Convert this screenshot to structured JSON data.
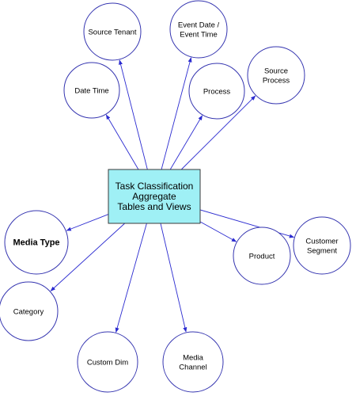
{
  "diagram": {
    "center": {
      "lines": [
        "Task Classification",
        "Aggregate",
        "Tables and Views"
      ],
      "fill": "#9ff0f5",
      "stroke": "#3a3a3a"
    },
    "edge_color": "#2b2bd0",
    "node_stroke": "#3535b0",
    "nodes": [
      {
        "id": "source-tenant",
        "lines": [
          "Source Tenant"
        ]
      },
      {
        "id": "event-date",
        "lines": [
          "Event Date /",
          "Event Time"
        ]
      },
      {
        "id": "date-time",
        "lines": [
          "Date Time"
        ]
      },
      {
        "id": "process",
        "lines": [
          "Process"
        ]
      },
      {
        "id": "source-process",
        "lines": [
          "Source",
          "Process"
        ]
      },
      {
        "id": "media-type",
        "lines": [
          "Media Type"
        ],
        "bold": true
      },
      {
        "id": "customer-segment",
        "lines": [
          "Customer",
          "Segment"
        ]
      },
      {
        "id": "product",
        "lines": [
          "Product"
        ]
      },
      {
        "id": "category",
        "lines": [
          "Category"
        ]
      },
      {
        "id": "custom-dim",
        "lines": [
          "Custom Dim"
        ]
      },
      {
        "id": "media-channel",
        "lines": [
          "Media",
          "Channel"
        ]
      }
    ]
  }
}
